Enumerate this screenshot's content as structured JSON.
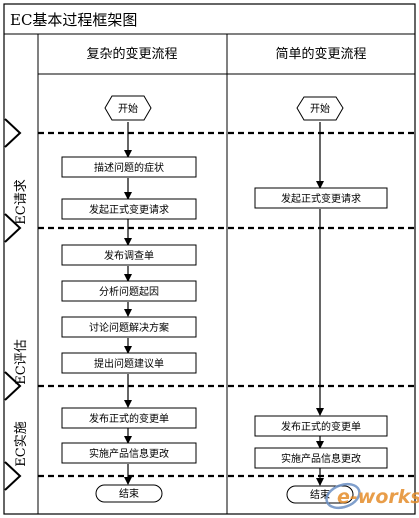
{
  "title": "EC基本过程框架图",
  "columns": {
    "complex": "复杂的变更流程",
    "simple": "简单的变更流程"
  },
  "phases": {
    "request": "EC请求",
    "evaluate": "EC评估",
    "implement": "EC实施"
  },
  "complex_flow": {
    "start": "开始",
    "step1": "描述问题的症状",
    "step2": "发起正式变更请求",
    "step3": "发布调查单",
    "step4": "分析问题起因",
    "step5": "讨论问题解决方案",
    "step6": "提出问题建议单",
    "step7": "发布正式的变更单",
    "step8": "实施产品信息更改",
    "end": "结束"
  },
  "simple_flow": {
    "start": "开始",
    "step1": "发起正式变更请求",
    "step2": "发布正式的变更单",
    "step3": "实施产品信息更改",
    "end": "结束"
  },
  "watermark": "e-works"
}
